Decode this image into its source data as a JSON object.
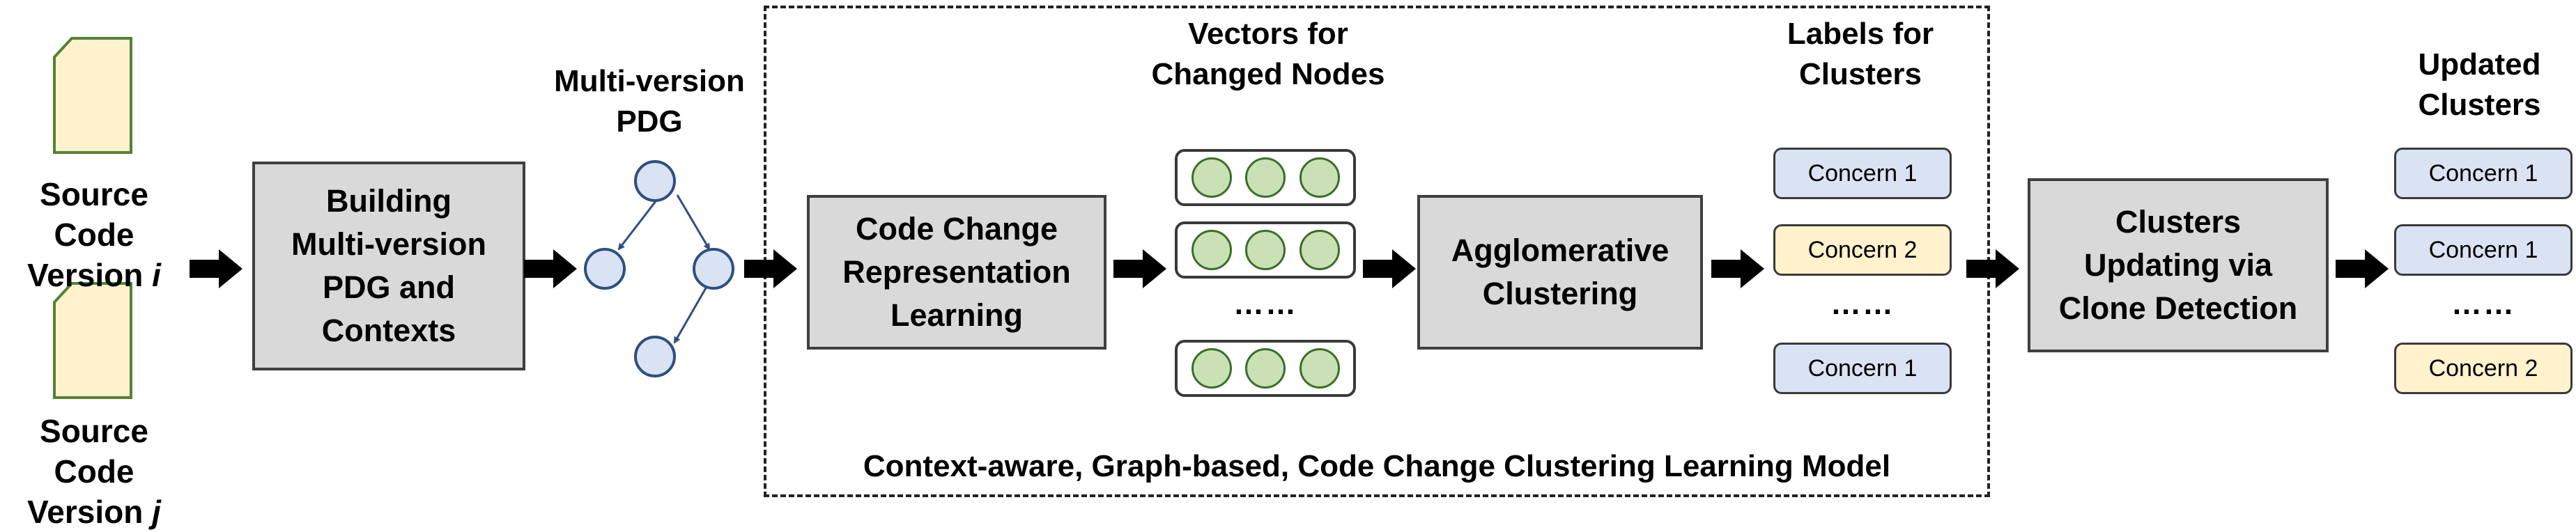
{
  "inputs": {
    "source_i_line1": "Source Code",
    "source_i_line2": "Version",
    "source_i_var": "i",
    "source_j_line1": "Source Code",
    "source_j_line2": "Version",
    "source_j_var": "j"
  },
  "steps": {
    "build": [
      "Building",
      "Multi-version",
      "PDG and",
      "Contexts"
    ],
    "representation": [
      "Code Change",
      "Representation",
      "Learning"
    ],
    "clustering": [
      "Agglomerative",
      "Clustering"
    ],
    "updating": [
      "Clusters",
      "Updating via",
      "Clone Detection"
    ]
  },
  "labels": {
    "pdg": [
      "Multi-version",
      "PDG"
    ],
    "vectors": [
      "Vectors for",
      "Changed Nodes"
    ],
    "cluster_labels": [
      "Labels for",
      "Clusters"
    ],
    "updated": [
      "Updated",
      "Clusters"
    ]
  },
  "model_caption": "Context-aware, Graph-based, Code Change Clustering Learning Model",
  "ellipsis": "……",
  "cluster_labels_list": [
    "Concern 1",
    "Concern 2",
    "Concern 1"
  ],
  "updated_clusters_list": [
    "Concern 1",
    "Concern 1",
    "Concern 2"
  ],
  "colors": {
    "process_fill": "#d9d9d9",
    "concern1_fill": "#dae3f3",
    "concern2_fill": "#fff2cc",
    "vector_dot_fill": "#c9e1b5",
    "pdg_node_fill": "#dae3f3",
    "document_fill": "#fff2cc"
  }
}
